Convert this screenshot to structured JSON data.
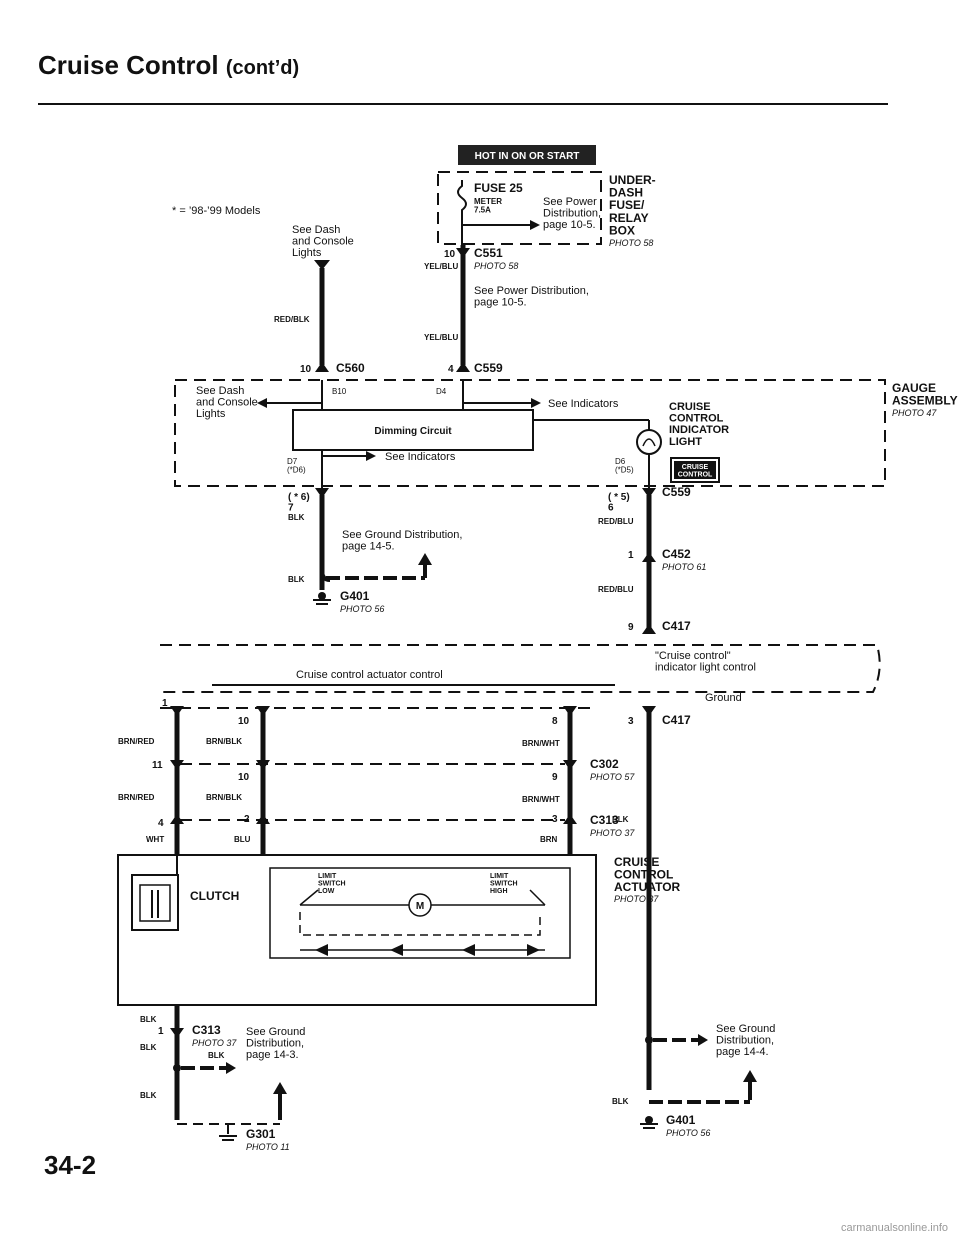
{
  "header": {
    "title": "Cruise Control",
    "title_suffix": "(cont’d)"
  },
  "footer": {
    "page_number": "34-2",
    "watermark": "carmanualsonline.info"
  },
  "notes": {
    "model_note": "* = ’98-’99 Models"
  },
  "power_box": {
    "badge": "HOT IN ON OR START",
    "fuse": "FUSE 25",
    "meter_rating": "METER\n7.5A",
    "see": "See Power\nDistribution,\npage 10-5.",
    "label": "UNDER-\nDASH\nFUSE/\nRELAY\nBOX",
    "photo": "PHOTO 58"
  },
  "connectors": {
    "c551": "C551",
    "c551_photo": "PHOTO 58",
    "c551_pin": "10",
    "c560": "C560",
    "c560_pin": "10",
    "c559": "C559",
    "c559_pin": "4",
    "c559b": "C559",
    "c559b_pin": "( * 5)\n6",
    "c452": "C452",
    "c452_photo": "PHOTO 61",
    "c452_pin": "1",
    "c417": "C417",
    "c417_pin": "9",
    "c417b": "C417",
    "c417b_pin": "3",
    "c302": "C302",
    "c302_photo": "PHOTO 57",
    "c313": "C313",
    "c313_photo": "PHOTO 37",
    "c313b": "C313",
    "c313b_photo": "PHOTO 37",
    "c313b_pin": "1",
    "g401": "G401",
    "g401_photo": "PHOTO 56",
    "g401b": "G401",
    "g401b_photo": "PHOTO 56",
    "g301": "G301",
    "g301_photo": "PHOTO 11"
  },
  "wires": {
    "yel_blu": "YEL/BLU",
    "red_blk": "RED/BLK",
    "blk": "BLK",
    "red_blu": "RED/BLU",
    "brn_red": "BRN/RED",
    "brn_blk": "BRN/BLK",
    "brn_wht": "BRN/WHT",
    "wht": "WHT",
    "blu": "BLU",
    "brn": "BRN"
  },
  "gauge": {
    "see_dash": "See Dash\nand Console\nLights",
    "b10": "B10",
    "d4": "D4",
    "see_indicators": "See Indicators",
    "dimming": "Dimming Circuit",
    "d7": "D7\n(*D6)",
    "d6": "D6\n(*D5)",
    "see_indicators2": "See Indicators",
    "cruise_light": "CRUISE\nCONTROL\nINDICATOR\nLIGHT",
    "cruise_icon": "CRUISE\nCONTROL",
    "label": "GAUGE\nASSEMBLY",
    "photo": "PHOTO 47"
  },
  "texts": {
    "see_dash_top": "See Dash\nand Console\nLights",
    "see_power2": "See Power Distribution,\npage 10-5.",
    "pin_7": "( * 6)\n7",
    "see_ground_145": "See Ground Distribution,\npage 14-5.",
    "indicator_ctrl": "\"Cruise control\"\nindicator light control",
    "actuator_ctrl": "Cruise control actuator control",
    "ground": "Ground",
    "see_ground_143": "See Ground\nDistribution,\npage 14-3.",
    "see_ground_144": "See Ground\nDistribution,\npage 14-4."
  },
  "actuator": {
    "label": "CRUISE\nCONTROL\nACTUATOR",
    "photo": "PHOTO 37",
    "clutch": "CLUTCH",
    "limit_low": "LIMIT\nSWITCH\nLOW",
    "limit_high": "LIMIT\nSWITCH\nHIGH",
    "motor": "M"
  },
  "pins": {
    "p1": "1",
    "p10a": "10",
    "p8": "8",
    "p11": "11",
    "p10b": "10",
    "p9": "9",
    "p4": "4",
    "p2": "2",
    "p3": "3"
  }
}
